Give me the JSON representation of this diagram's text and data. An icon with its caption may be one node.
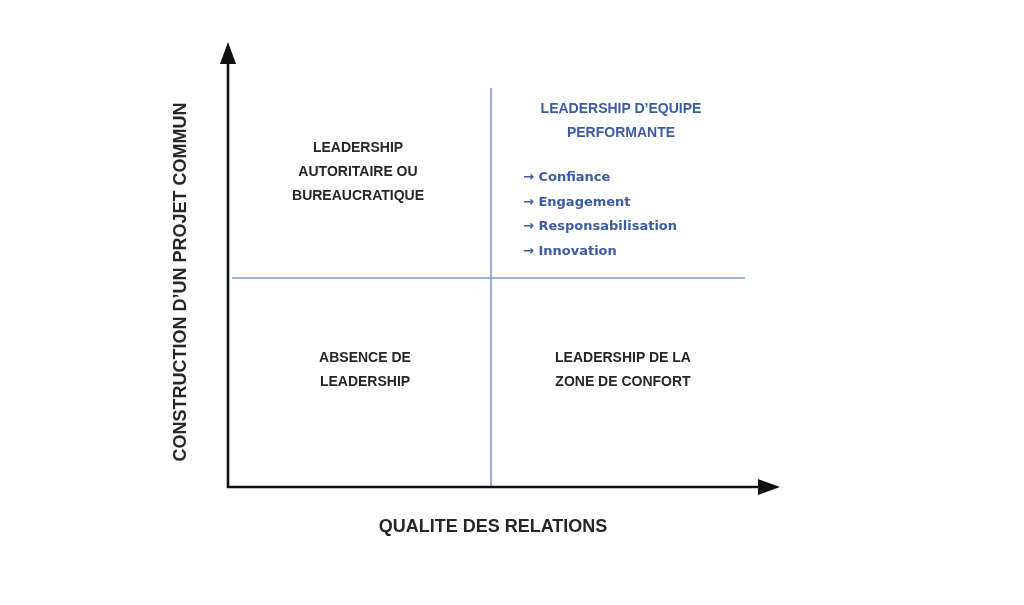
{
  "diagram": {
    "nodes": [
      {
        "text": [
          "LEADERSHIP AUTORITAIRE OU BUREAUCRATIQUE"
        ]
      },
      {
        "text": [
          "LEADERSHIP D’EQUIPE PERFORMANTE",
          "→ Confiance",
          "→ Engagement",
          "→ Responsabilisation",
          "→ Innovation"
        ]
      },
      {
        "text": [
          "ABSENCE DE LEADERSHIP"
        ]
      },
      {
        "text": [
          "LEADERSHIP DE LA ZONE DE CONFORT"
        ]
      }
    ],
    "labels": [
      "CONSTRUCTION D’UN PROJET COMMUN",
      "QUALITE DES RELATIONS"
    ]
  }
}
